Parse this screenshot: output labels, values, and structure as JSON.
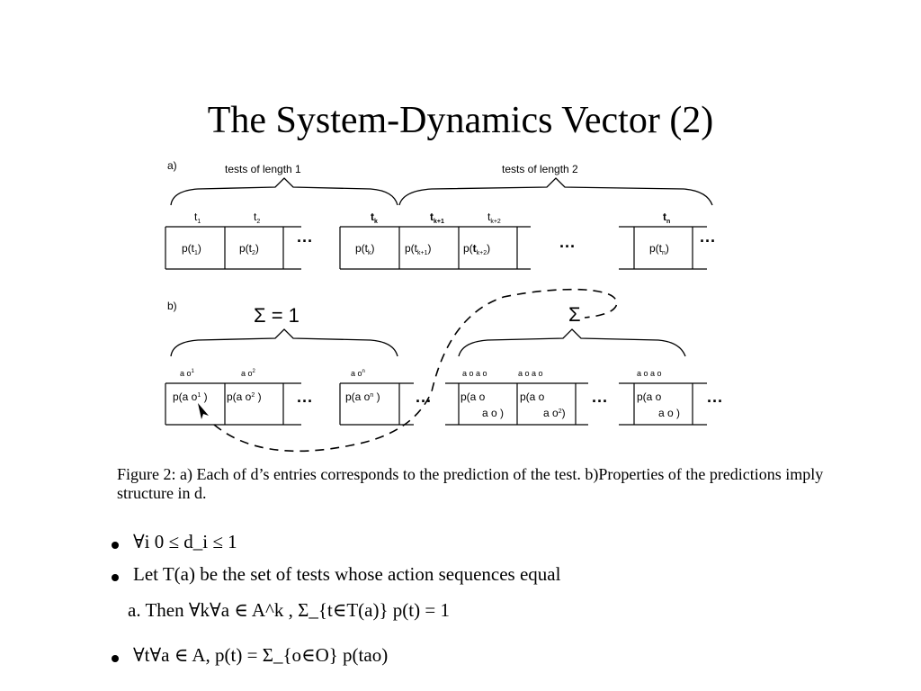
{
  "title": "The System-Dynamics Vector (2)",
  "figure": {
    "part_a": {
      "label": "a)",
      "brace1_label": "tests of length 1",
      "brace2_label": "tests of length 2",
      "test_labels": [
        "t",
        "t",
        "t",
        "t",
        "t",
        "t"
      ],
      "test_subs": [
        "1",
        "2",
        "k",
        "k+1",
        "k+2",
        "n"
      ],
      "cells": [
        "p(t",
        "p(t",
        "p(t",
        "p(t",
        "p(t",
        "p(t"
      ],
      "dots": "···"
    },
    "part_b": {
      "label": "b)",
      "sum_eq_1": "Σ = 1",
      "sum": "Σ",
      "dots": "···"
    }
  },
  "caption": "Figure 2: a) Each of d’s entries corresponds to the prediction of the test. b)Properties of the predictions imply structure in d.",
  "bullets": {
    "b1": "∀i 0 ≤ d_i ≤ 1",
    "b2_line1": "Let T(a) be the set of tests whose action sequences equal",
    "b2_line2": "a. Then ∀k∀a ∈ A^k , Σ_{t∈T(a)} p(t) = 1",
    "b3": "∀t∀a ∈ A, p(t) = Σ_{o∈O} p(tao)"
  }
}
